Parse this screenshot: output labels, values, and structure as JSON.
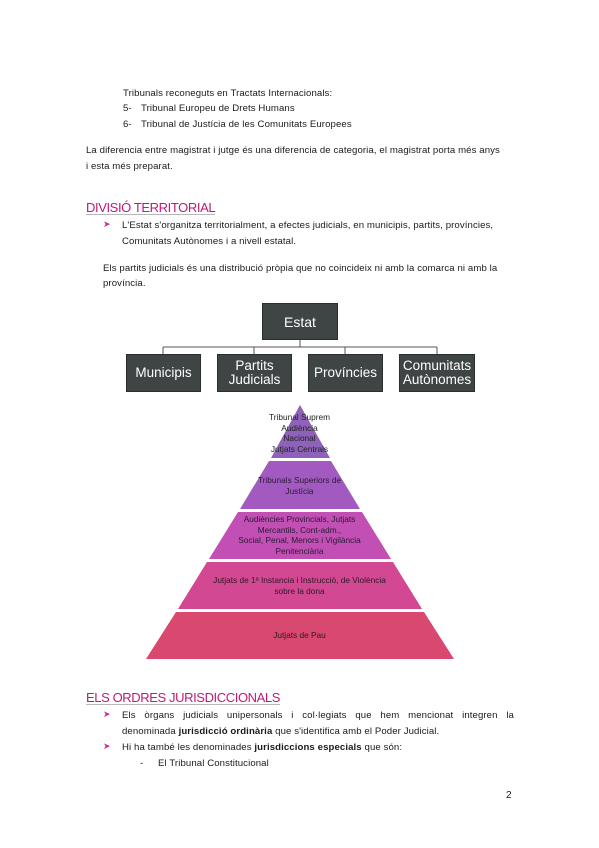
{
  "lines_top": {
    "item_intro": "Tribunals reconeguts en Tractats Internacionals:",
    "item5_num": "5-",
    "item5_text": "Tribunal Europeu de Drets Humans",
    "item6_num": "6-",
    "item6_text": "Tribunal de Justícia de les Comunitats Europees",
    "diff_line1": "La diferencia entre magistrat i jutge és una diferencia de categoria, el magistrat porta més anys",
    "diff_line2": "i esta més preparat."
  },
  "section_territorial": {
    "heading": "DIVISIÓ TERRITORIAL",
    "bullet_line1": "L'Estat  s'organitza territorialment, a efectes judicials, en municipis, partits, províncies,",
    "bullet_line2": "Comunitats Autònomes i a nivell estatal.",
    "para_line1": "Els partits judicials és una distribució pròpia que no coincideix ni amb la comarca ni amb la",
    "para_line2": "província."
  },
  "org_chart": {
    "root": "Estat",
    "children": [
      {
        "line1": "Municipis",
        "line2": ""
      },
      {
        "line1": "Partits",
        "line2": "Judicials"
      },
      {
        "line1": "Províncies",
        "line2": ""
      },
      {
        "line1": "Comunitats",
        "line2": "Autònomes"
      }
    ],
    "colors": {
      "box": "#3e4544",
      "line": "#555555"
    }
  },
  "pyramid": {
    "levels": [
      {
        "lines": [
          "Tribunal Suprem",
          "Audiència",
          "Nacional",
          "Jutjats Centrals"
        ],
        "color": "#8d62b8"
      },
      {
        "lines": [
          "Tribunals Superiors de",
          "Justícia"
        ],
        "color": "#a25ac1"
      },
      {
        "lines": [
          "Audiències Provincials, Jutjats",
          "Mercantils, Cont-adm.,",
          "Social, Penal, Menors i Vigilància",
          "Penitenciària"
        ],
        "color": "#c14fb4"
      },
      {
        "lines": [
          "Jutjats de 1ª Instancia i Instrucció, de Violència",
          "sobre la  dona"
        ],
        "color": "#d34892"
      },
      {
        "lines": [
          "Jutjats de Pau"
        ],
        "color": "#d9486f"
      }
    ]
  },
  "section_ordres": {
    "heading": "ELS ORDRES JURISDICCIONALS",
    "b1_line1": "Els  òrgans  judicials  unipersonals  i  col·legiats  que  hem  mencionat  integren  la",
    "b1_line2_pre": "denominada ",
    "b1_line2_bold": "jurisdicció ordinària",
    "b1_line2_post": " que s'identifica amb el Poder Judicial.",
    "b2_pre": "Hi ha també les denominades ",
    "b2_bold": "jurisdiccions especials",
    "b2_post": " que són:",
    "sub_dash": "-",
    "sub_item": "El Tribunal Constitucional"
  },
  "footer": {
    "page_number": "2"
  }
}
